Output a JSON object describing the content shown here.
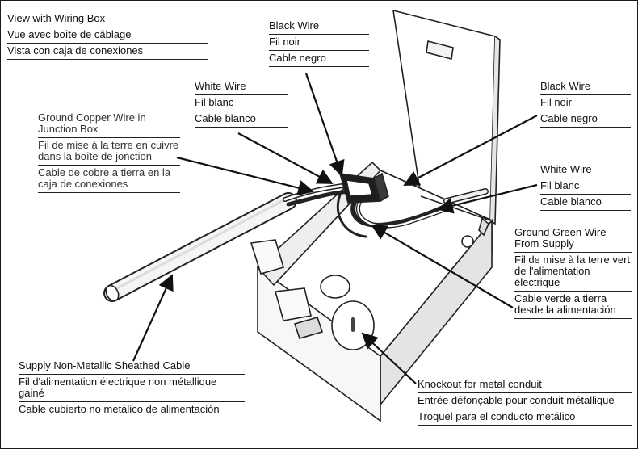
{
  "labels": {
    "view_box": [
      "View with Wiring Box",
      "Vue avec boîte de câblage",
      "Vista con caja de conexiones"
    ],
    "black_wire_top": [
      "Black Wire",
      "Fil noir",
      "Cable negro"
    ],
    "white_wire_left": [
      "White Wire",
      "Fil blanc",
      "Cable blanco"
    ],
    "ground_copper": [
      "Ground Copper Wire in Junction Box",
      "Fil de mise à la terre en cuivre dans la boîte de jonction",
      "Cable de cobre a tierra en la caja de conexiones"
    ],
    "black_wire_right": [
      "Black Wire",
      "Fil noir",
      "Cable negro"
    ],
    "white_wire_right": [
      "White Wire",
      "Fil blanc",
      "Cable blanco"
    ],
    "ground_green": [
      "Ground Green Wire From Supply",
      "Fil de mise à la terre vert de l'alimentation électrique",
      "Cable verde a tierra desde la alimentación"
    ],
    "supply_cable": [
      "Supply Non-Metallic Sheathed Cable",
      "Fil d'alimentation électrique non métallique gainé",
      "Cable cubierto no metálico de alimentación"
    ],
    "knockout": [
      "Knockout for metal conduit",
      "Entrée défonçable pour conduit métallique",
      "Troquel para el conducto metálico"
    ]
  }
}
